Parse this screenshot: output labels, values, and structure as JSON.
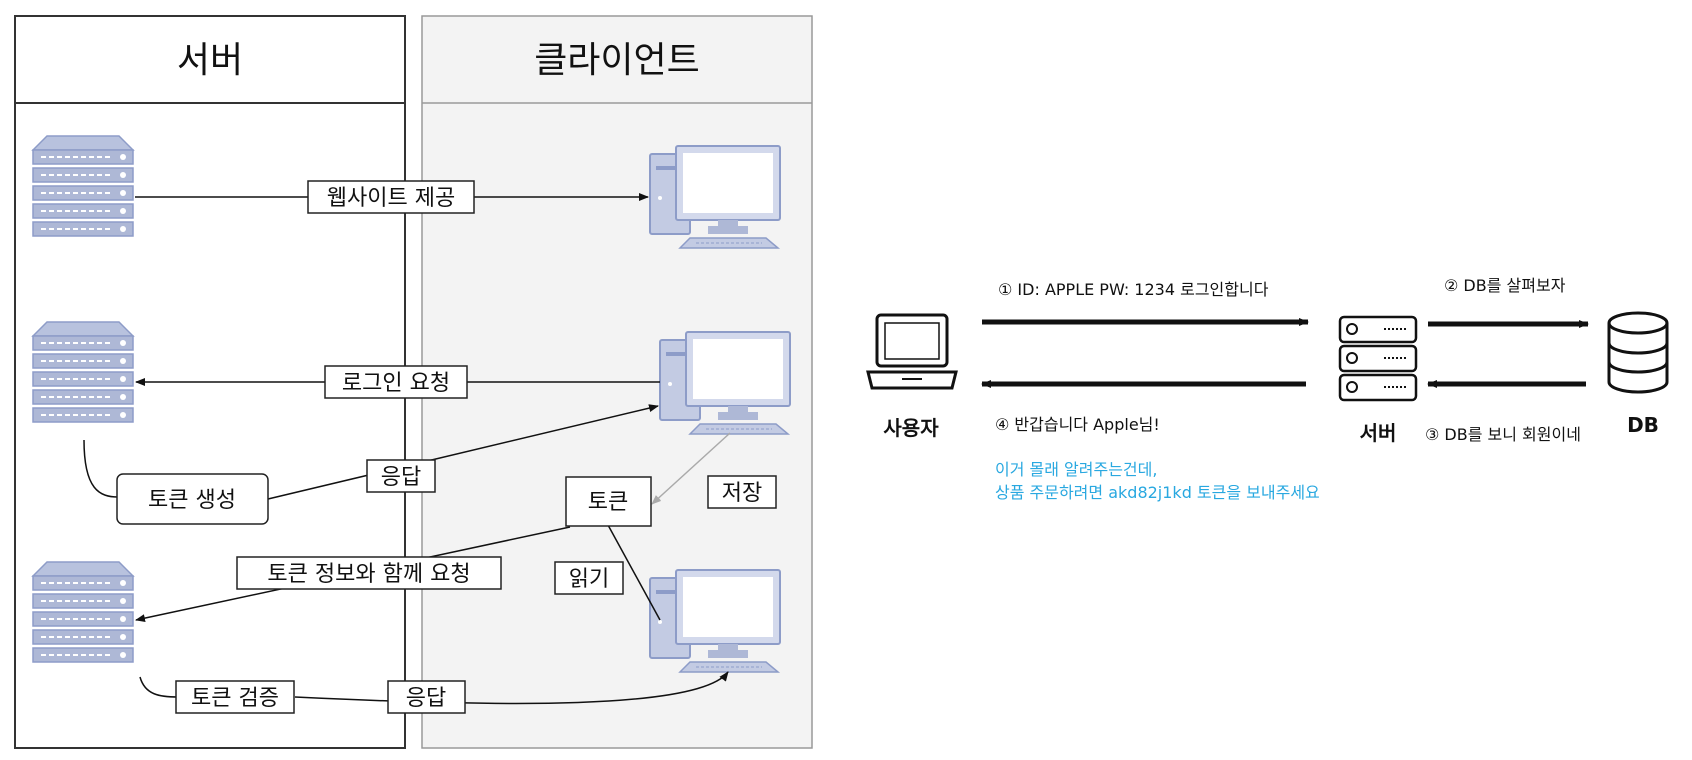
{
  "left_diagram": {
    "server_header": "서버",
    "client_header": "클라이언트",
    "labels": {
      "provide_website": "웹사이트 제공",
      "login_request": "로그인 요청",
      "response_1": "응답",
      "create_token": "토큰 생성",
      "token": "토큰",
      "store": "저장",
      "request_with_token": "토큰 정보와 함께 요청",
      "read": "읽기",
      "verify_token": "토큰 검증",
      "response_2": "응답"
    }
  },
  "right_diagram": {
    "user_label": "사용자",
    "server_label": "서버",
    "db_label": "DB",
    "step1": "① ID: APPLE PW: 1234 로그인합니다",
    "step2": "② DB를 살펴보자",
    "step3": "③ DB를 보니 회원이네",
    "step4": "④ 반갑습니다 Apple님!",
    "note_line1": "이거 몰래 알려주는건데,",
    "note_line2": "상품 주문하려면 akd82j1kd 토큰을 보내주세요"
  },
  "colors": {
    "panel_gray": "#f3f3f3",
    "device_blue": "#8d9cc8",
    "note_blue": "#29a8e0"
  }
}
